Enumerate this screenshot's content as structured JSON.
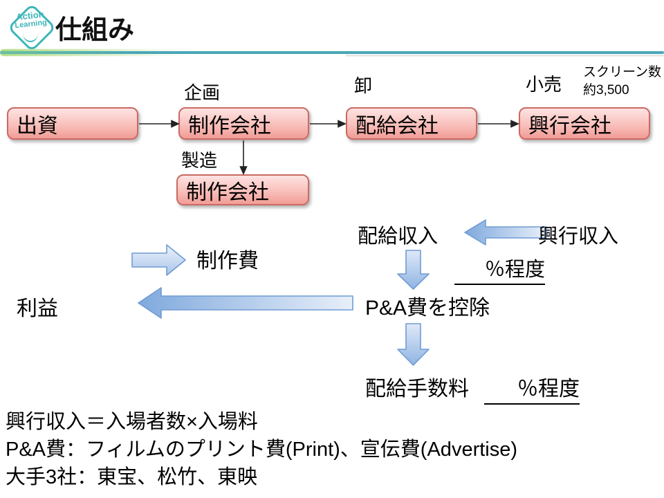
{
  "header": {
    "logo": {
      "line1": "Action",
      "line2": "Learning"
    },
    "title": "仕組み"
  },
  "flow": {
    "boxes": [
      {
        "label": "出資"
      },
      {
        "label": "制作会社",
        "tag": "企画"
      },
      {
        "label": "配給会社",
        "tag": "卸"
      },
      {
        "label": "興行会社",
        "tag": "小売"
      },
      {
        "label": "制作会社",
        "tag": "製造"
      }
    ],
    "screen_note_line1": "スクリーン数",
    "screen_note_line2": "約3,500"
  },
  "money": {
    "distribution_revenue": "配給収入",
    "box_office_revenue": "興行収入",
    "percent_about_1": "％程度",
    "production_cost": "制作費",
    "profit": "利益",
    "pa_deduction": "P&A費を控除",
    "distribution_fee": "配給手数料",
    "percent_about_2": "％程度"
  },
  "notes": {
    "line1": "興行収入＝入場者数×入場料",
    "line2": "P&A費：フィルムのプリント費(Print)、宣伝費(Advertise)",
    "line3": "大手3社：東宝、松竹、東映"
  },
  "colors": {
    "logo_teal": "#3cb6b8",
    "separator_teal": "#4aa6b8",
    "separator_green": "#a8d878",
    "box_border": "#c96a63",
    "box_fill_top": "#fde3e2",
    "box_fill_bottom": "#f19c96",
    "blue_arrow_border": "#6f9bd4",
    "blue_arrow_dark": "#7fa9dd",
    "blue_arrow_light": "#e8eff9"
  }
}
